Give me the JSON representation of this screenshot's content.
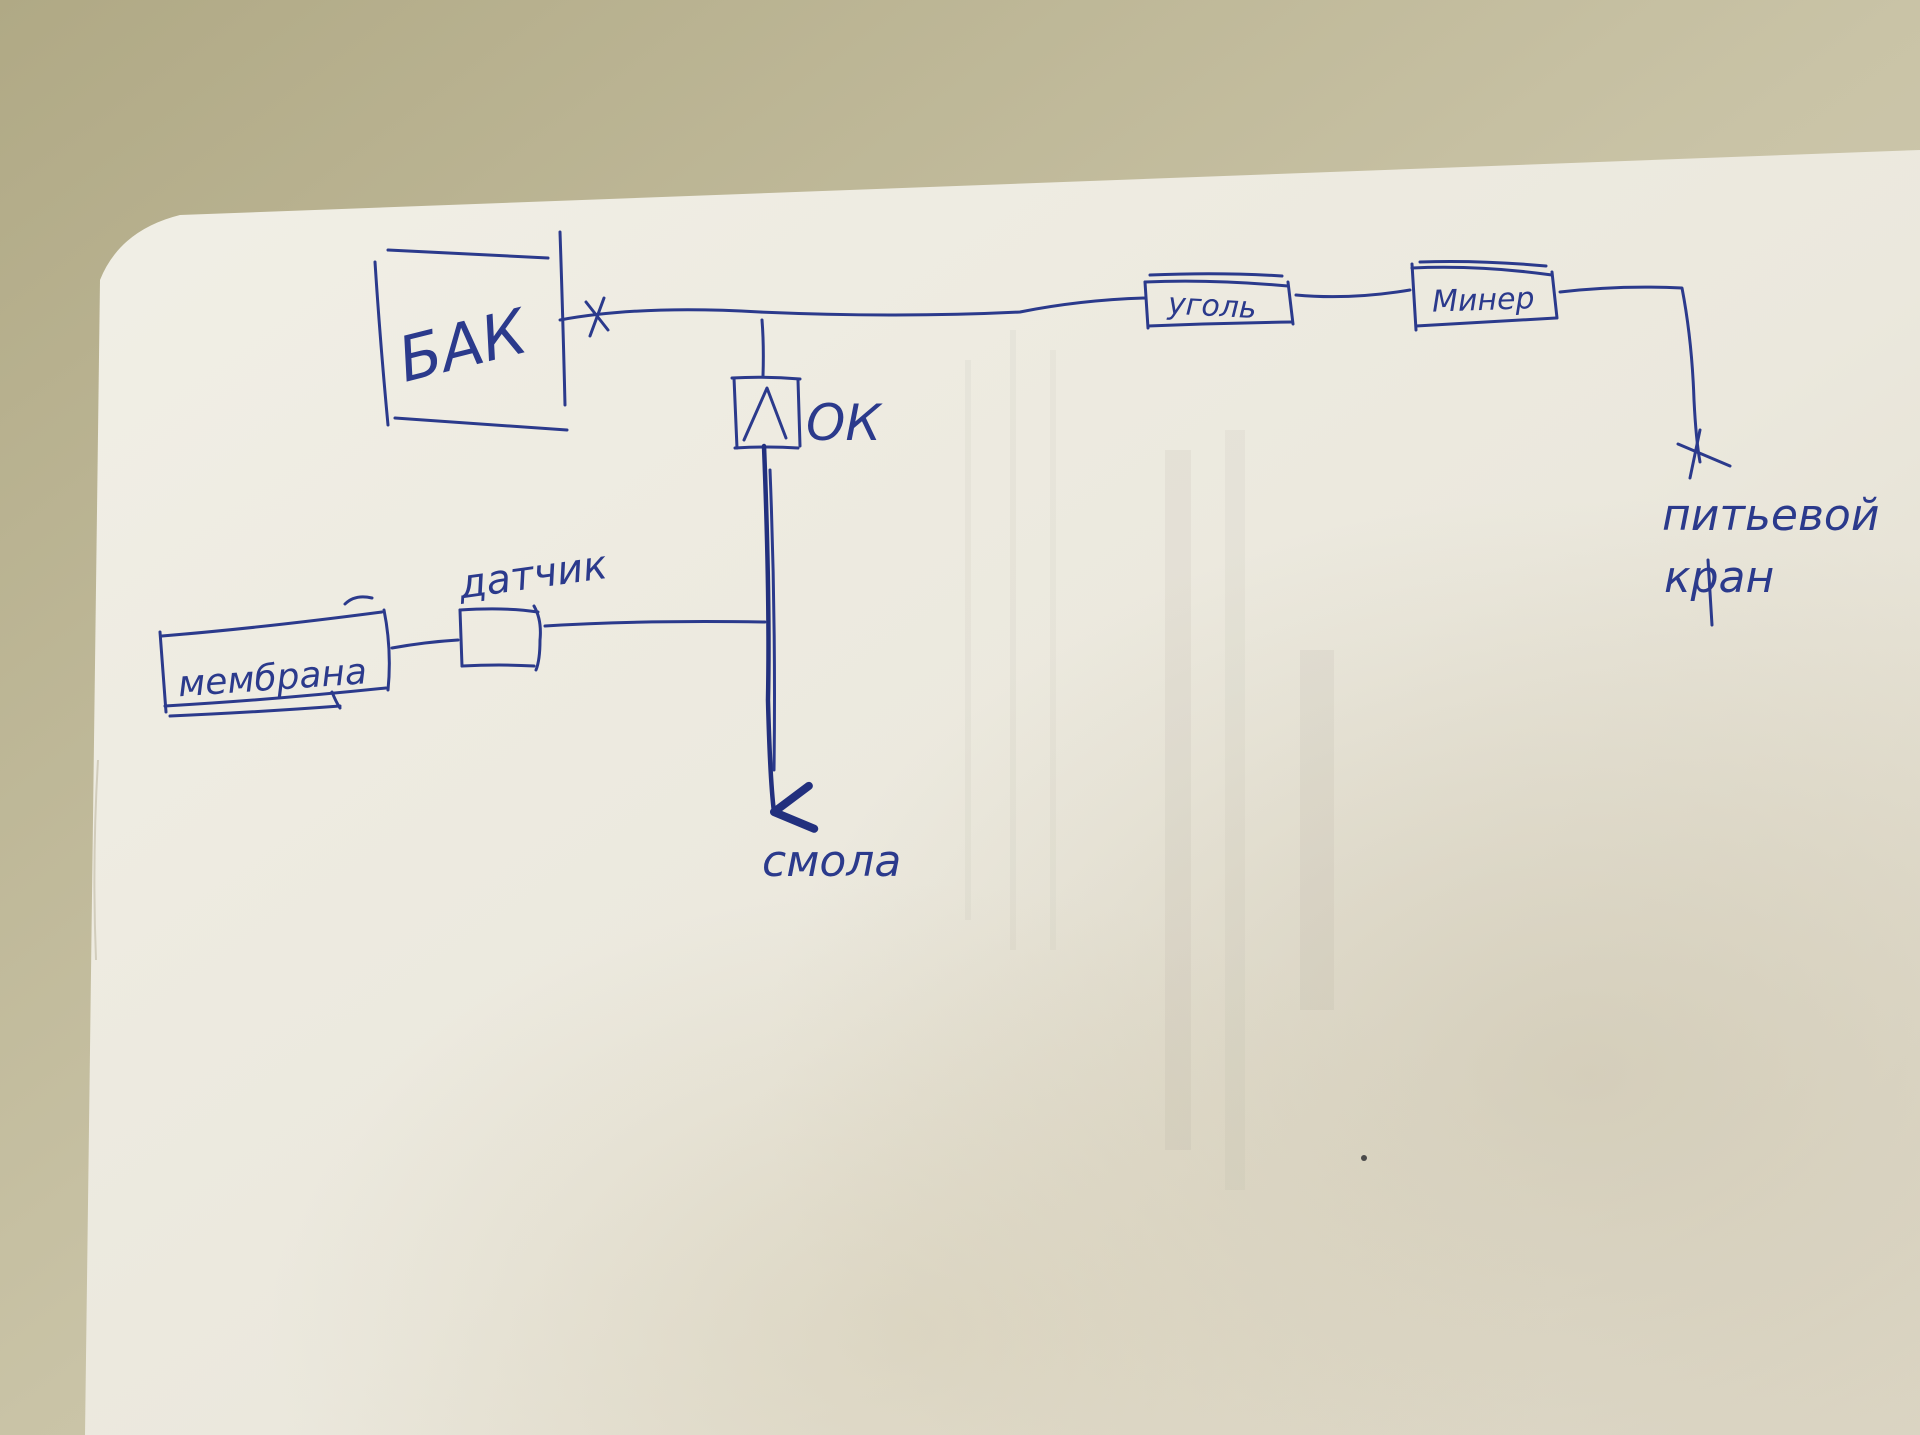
{
  "diagram": {
    "tank_label": "БАК",
    "carbon_label": "уголь",
    "mineralizer_label": "Минер",
    "check_valve_label": "ОК",
    "sensor_label": "датчик",
    "membrane_label": "мембрана",
    "resin_label": "смола",
    "tap_label_line1": "питьевой",
    "tap_label_line2": "кран"
  },
  "colors": {
    "ink": "#2b3a8c",
    "paper": "#eeebe0",
    "background": "#b9b39a"
  }
}
